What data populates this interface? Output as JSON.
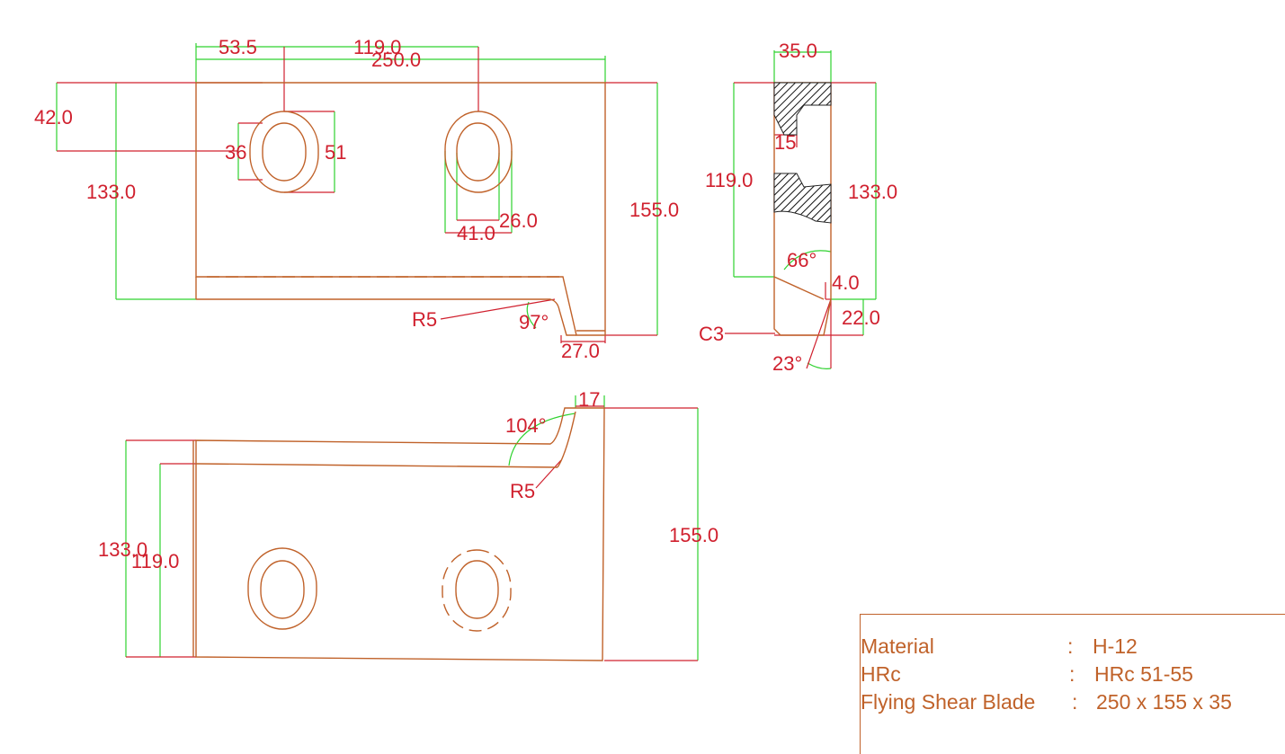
{
  "views": {
    "front": {
      "dims": {
        "d1": "53.5",
        "d2": "119.0",
        "d3": "250.0",
        "d4": "42.0",
        "d5": "36",
        "d6": "51",
        "d7": "133.0",
        "d8": "26.0",
        "d9": "41.0",
        "d10": "155.0",
        "r1": "R5",
        "a1": "97°",
        "d11": "27.0"
      }
    },
    "side": {
      "dims": {
        "d1": "35.0",
        "d2": "15",
        "d3": "119.0",
        "d4": "133.0",
        "a1": "66°",
        "d5": "4.0",
        "d6": "22.0",
        "c1": "C3",
        "a2": "23°"
      }
    },
    "bottom": {
      "dims": {
        "d1": "17",
        "a1": "104°",
        "r1": "R5",
        "d2": "133.0",
        "d3": "119.0",
        "d4": "155.0"
      }
    }
  },
  "title_block": {
    "rows": [
      {
        "label": "Material",
        "value": "H-12"
      },
      {
        "label": "HRc",
        "value": "HRc 51-55"
      },
      {
        "label": "Flying Shear Blade",
        "value": "250 x 155 x 35"
      }
    ],
    "separator": ":"
  },
  "colors": {
    "part_outline": "#c0622a",
    "dimension_line": "#2fd22f",
    "dimension_text": "#d0202e"
  }
}
